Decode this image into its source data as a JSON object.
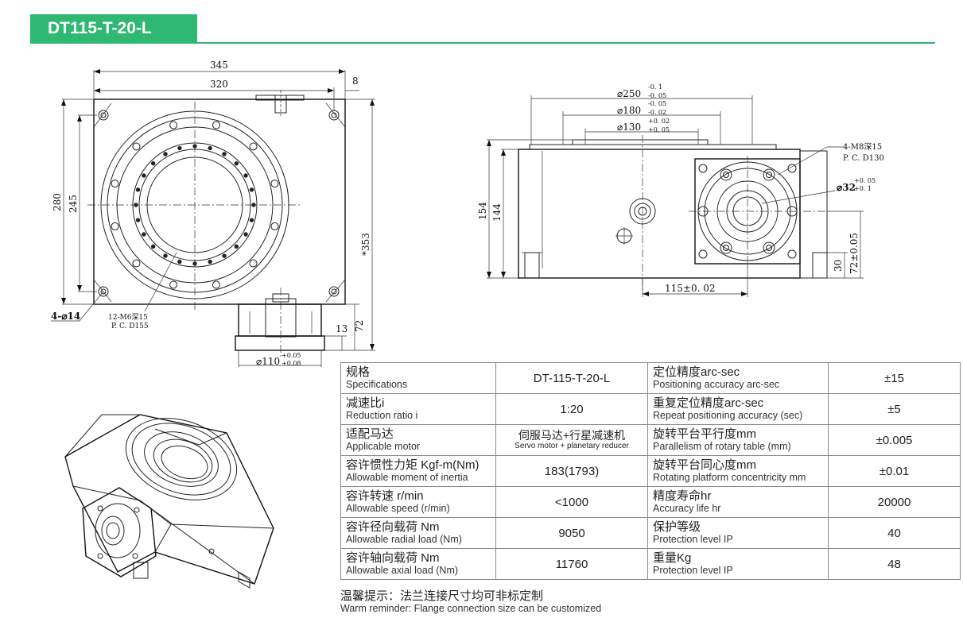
{
  "header": {
    "title": "DT115-T-20-L"
  },
  "front_view": {
    "dim_345": "345",
    "dim_320": "320",
    "dim_8": "8",
    "dim_280": "280",
    "dim_245": "245",
    "dim_353": "*353",
    "dim_72": "72",
    "dim_13": "13",
    "holes_label": "4-⌀14",
    "callout_line1": "12-M6深15",
    "callout_line2": "P. C. D155",
    "dia_110": "⌀110",
    "dia_110_tol_top": "+0.05",
    "dia_110_tol_bot": "+0.08"
  },
  "side_view": {
    "dia_250": "⌀250",
    "dia_250_tol_top": "-0. 1",
    "dia_250_tol_bot": "-0. 05",
    "dia_180": "⌀180",
    "dia_180_tol_top": "-0. 05",
    "dia_180_tol_bot": "-0. 02",
    "dia_130": "⌀130",
    "dia_130_tol_top": "+0. 02",
    "dia_130_tol_bot": "+0. 05",
    "callout_m8_line1": "4-M8深15",
    "callout_m8_line2": "P. C. D130",
    "dia_32": "⌀32",
    "dia_32_tol_top": "+0. 05",
    "dia_32_tol_bot": "+0. 1",
    "dim_154": "154",
    "dim_144": "144",
    "dim_115": "115±0. 02",
    "dim_30": "30",
    "dim_72": "72±0.05"
  },
  "spec_table": {
    "rows": [
      {
        "label_cn": "规格",
        "label_en": "Specifications",
        "value": "DT-115-T-20-L",
        "label2_cn": "定位精度arc-sec",
        "label2_en": "Positioning accuracy arc-sec",
        "value2": "±15"
      },
      {
        "label_cn": "减速比i",
        "label_en": "Reduction ratio i",
        "value": "1:20",
        "label2_cn": "重复定位精度arc-sec",
        "label2_en": "Repeat positioning accuracy (sec)",
        "value2": "±5"
      },
      {
        "label_cn": "适配马达",
        "label_en": "Applicable motor",
        "value_cn": "伺服马达+行星减速机",
        "value_en": "Servo motor + planetary reducer",
        "label2_cn": "旋转平台平行度mm",
        "label2_en": "Parallelism of rotary table (mm)",
        "value2": "±0.005"
      },
      {
        "label_cn": "容许惯性力矩 Kgf-m(Nm)",
        "label_en": "Allowable moment of inertia",
        "value": "183(1793)",
        "label2_cn": "旋转平台同心度mm",
        "label2_en": "Rotating platform concentricity mm",
        "value2": "±0.01"
      },
      {
        "label_cn": "容许转速 r/min",
        "label_en": "Allowable speed (r/min)",
        "value": "<1000",
        "label2_cn": "精度寿命hr",
        "label2_en": "Accuracy life hr",
        "value2": "20000"
      },
      {
        "label_cn": "容许径向载荷 Nm",
        "label_en": "Allowable radial load (Nm)",
        "value": "9050",
        "label2_cn": "保护等级",
        "label2_en": "Protection level IP",
        "value2": "40"
      },
      {
        "label_cn": "容许轴向载荷 Nm",
        "label_en": "Allowable axial load (Nm)",
        "value": "11760",
        "label2_cn": "重量Kg",
        "label2_en": "Protection level IP",
        "value2": "48"
      }
    ]
  },
  "reminder": {
    "cn": "温馨提示：法兰连接尺寸均可非标定制",
    "en": "Warm reminder: Flange connection size can be customized"
  }
}
